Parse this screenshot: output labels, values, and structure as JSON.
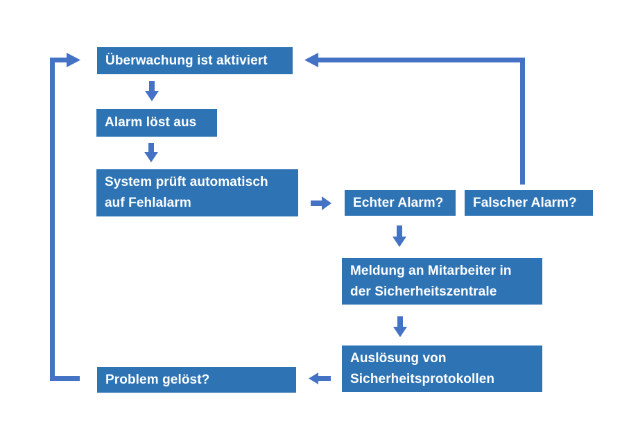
{
  "diagram": {
    "type": "flowchart",
    "language": "de",
    "background": "#FFFFFF"
  },
  "colors": {
    "box_fill": "#2E74B5",
    "box_text": "#FFFFFF",
    "arrow": "#4472C4"
  },
  "nodes": [
    {
      "id": "monitoring-active",
      "label": "Überwachung ist aktiviert"
    },
    {
      "id": "alarm-triggers",
      "label": "Alarm löst aus"
    },
    {
      "id": "system-check",
      "label": "System prüft automatisch\nauf Fehlalarm"
    },
    {
      "id": "real-alarm",
      "label": "Echter Alarm?"
    },
    {
      "id": "false-alarm",
      "label": "Falscher Alarm?"
    },
    {
      "id": "notify-staff",
      "label": "Meldung an Mitarbeiter in\nder Sicherheitszentrale"
    },
    {
      "id": "security-protocols",
      "label": "Auslösung von\nSicherheitsprotokollen"
    },
    {
      "id": "problem-solved",
      "label": "Problem gelöst?"
    }
  ],
  "edges": [
    {
      "from": "monitoring-active",
      "to": "alarm-triggers",
      "direction": "down"
    },
    {
      "from": "alarm-triggers",
      "to": "system-check",
      "direction": "down"
    },
    {
      "from": "system-check",
      "to": "real-alarm",
      "direction": "right"
    },
    {
      "from": "real-alarm",
      "to": "notify-staff",
      "direction": "down"
    },
    {
      "from": "notify-staff",
      "to": "security-protocols",
      "direction": "down"
    },
    {
      "from": "security-protocols",
      "to": "problem-solved",
      "direction": "left"
    },
    {
      "from": "problem-solved",
      "to": "monitoring-active",
      "direction": "elbow-left-up"
    },
    {
      "from": "false-alarm",
      "to": "monitoring-active",
      "direction": "elbow-up-left"
    }
  ]
}
